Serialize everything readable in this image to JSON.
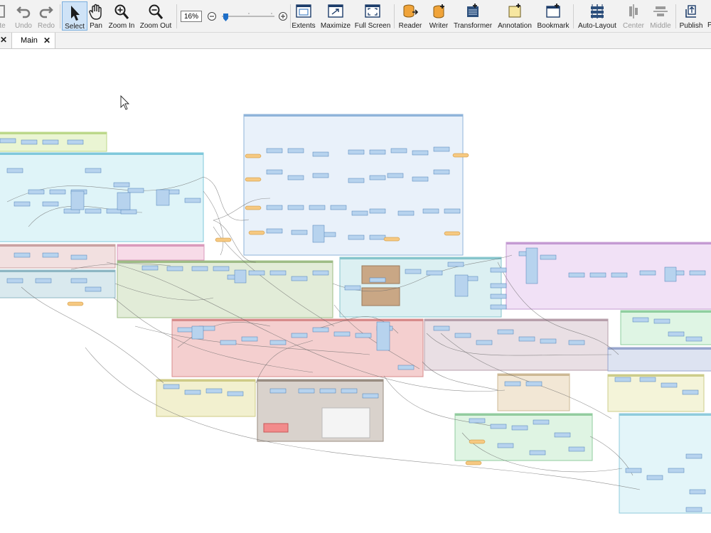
{
  "toolbar": {
    "paste": "ste",
    "undo": "Undo",
    "redo": "Redo",
    "select": "Select",
    "pan": "Pan",
    "zoom_in": "Zoom In",
    "zoom_out": "Zoom Out",
    "zoom_level": "16%",
    "extents": "Extents",
    "maximize": "Maximize",
    "full_screen": "Full Screen",
    "reader": "Reader",
    "writer": "Writer",
    "transformer": "Transformer",
    "annotation": "Annotation",
    "bookmark": "Bookmark",
    "auto_layout": "Auto-Layout",
    "center": "Center",
    "middle": "Middle",
    "publish": "Publish"
  },
  "tabs": {
    "main": "Main",
    "close_glyph": "✕"
  },
  "colors": {
    "selected_tool": "#cfe3f7",
    "node_fill": "#b7d3ee",
    "node_stroke": "#4a7fb5",
    "connector": "#6b6b6b"
  },
  "bookmarks": [
    {
      "color": "#eaf5d3",
      "stroke": "#bcd88a"
    },
    {
      "color": "#dff4f8",
      "stroke": "#7fc8db"
    },
    {
      "color": "#e9f1fa",
      "stroke": "#8fb4da"
    },
    {
      "color": "#f2e0e0",
      "stroke": "#c9a1a1"
    },
    {
      "color": "#f7dbe8",
      "stroke": "#d99abb"
    },
    {
      "color": "#d9e9ee",
      "stroke": "#8eb7c4"
    },
    {
      "color": "#e2ecd8",
      "stroke": "#9ebc86"
    },
    {
      "color": "#dcf0f2",
      "stroke": "#86c5cc"
    },
    {
      "color": "#f1e1f6",
      "stroke": "#c59bd3"
    },
    {
      "color": "#f4cfcf",
      "stroke": "#d78b8b"
    },
    {
      "color": "#e9dfe4",
      "stroke": "#b79fab"
    },
    {
      "color": "#dff5e4",
      "stroke": "#8fcf9f"
    },
    {
      "color": "#dde3f1",
      "stroke": "#98a6cd"
    },
    {
      "color": "#f2e7d5",
      "stroke": "#cdb894"
    },
    {
      "color": "#f2f0cf",
      "stroke": "#cfcb86"
    },
    {
      "color": "#d9d2cc",
      "stroke": "#9a8d82"
    },
    {
      "color": "#dff4e3",
      "stroke": "#92cc9f"
    },
    {
      "color": "#f4f4d9",
      "stroke": "#cccc8a"
    },
    {
      "color": "#e3f5f9",
      "stroke": "#8fcbdc"
    }
  ]
}
